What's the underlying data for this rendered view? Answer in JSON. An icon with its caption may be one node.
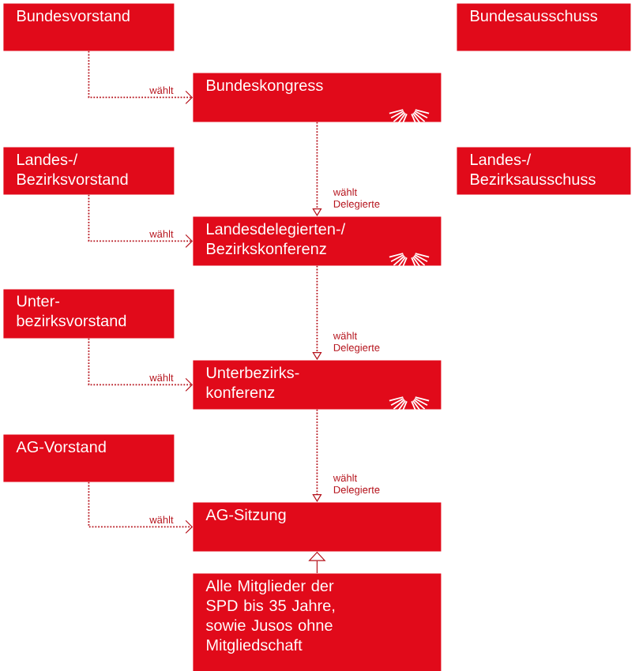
{
  "diagram": {
    "nodes": [
      {
        "text": [
          "Bundesvorstand"
        ]
      },
      {
        "text": [
          "Bundesausschuss"
        ]
      },
      {
        "text": [
          "Bundeskongress"
        ]
      },
      {
        "text": [
          "Landes-/ Bezirksvorstand"
        ]
      },
      {
        "text": [
          "Landes-/ Bezirksausschuss"
        ]
      },
      {
        "text": [
          "Landesdelegierten-/ Bezirkskonferenz"
        ]
      },
      {
        "text": [
          "Unter- bezirksvorstand"
        ]
      },
      {
        "text": [
          "Unterbezirks- konferenz"
        ]
      },
      {
        "text": [
          "AG-Vorstand"
        ]
      },
      {
        "text": [
          "AG-Sitzung"
        ]
      },
      {
        "text": [
          "Alle Mitglieder der SPD bis 35 Jahre, sowie Jusos ohne Mitgliedschaft"
        ]
      }
    ],
    "edges": [
      {
        "from": 0,
        "to": 2,
        "arrow": "to",
        "label": "wählt",
        "style": "dashed"
      },
      {
        "from": 3,
        "to": 5,
        "arrow": "to",
        "label": "wählt",
        "style": "dashed"
      },
      {
        "from": 6,
        "to": 7,
        "arrow": "to",
        "label": "wählt",
        "style": "dashed"
      },
      {
        "from": 8,
        "to": 9,
        "arrow": "to",
        "label": "wählt",
        "style": "dashed"
      },
      {
        "from": 2,
        "to": 5,
        "arrow": "to",
        "label": "wählt Delegierte",
        "style": "dashed"
      },
      {
        "from": 5,
        "to": 7,
        "arrow": "to",
        "label": "wählt Delegierte",
        "style": "dashed"
      },
      {
        "from": 7,
        "to": 9,
        "arrow": "to",
        "label": "wählt Delegierte",
        "style": "dashed"
      },
      {
        "from": 10,
        "to": 9,
        "arrow": "to"
      }
    ]
  }
}
